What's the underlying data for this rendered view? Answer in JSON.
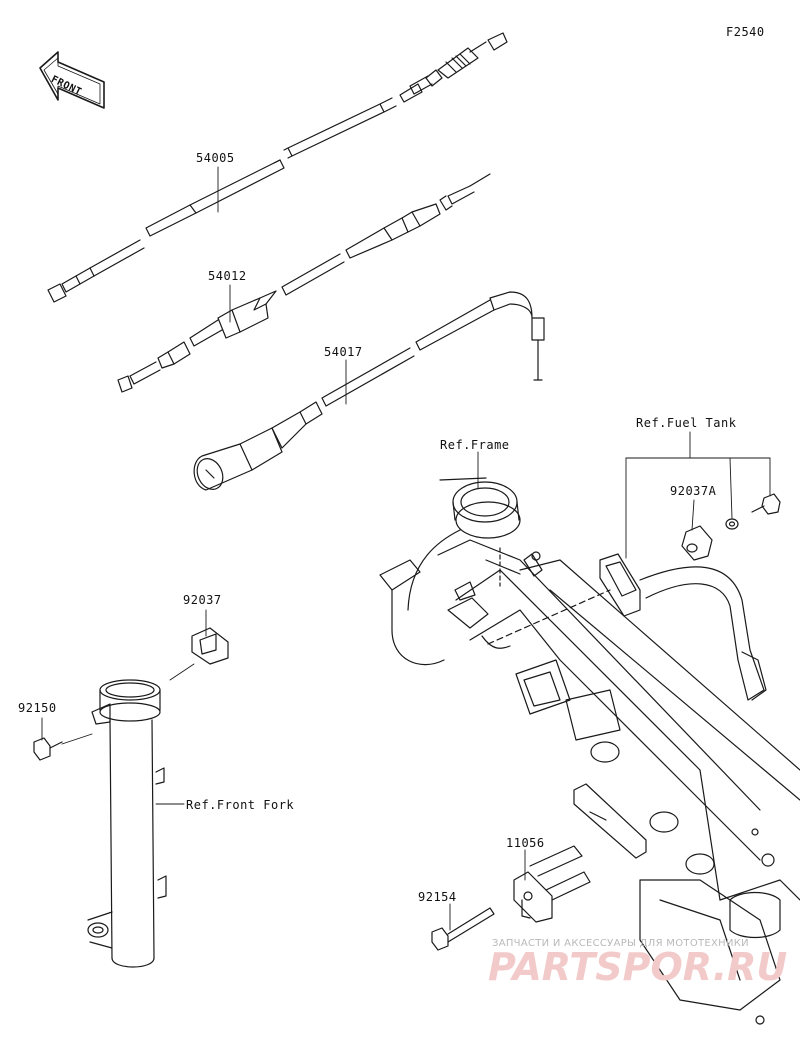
{
  "diagram_code": "F2540",
  "front_badge": "FRONT",
  "parts": {
    "clutch_cable": "54005",
    "throttle_cable": "54012",
    "choke_cable": "54017",
    "clamp_fork": "92037",
    "bolt_fork": "92150",
    "clamp_tank": "92037A",
    "bracket": "11056",
    "bolt_bracket": "92154"
  },
  "refs": {
    "frame": "Ref.Frame",
    "fuel_tank": "Ref.Fuel Tank",
    "front_fork": "Ref.Front Fork"
  },
  "watermark": {
    "tagline": "ЗАПЧАСТИ И АКСЕССУАРЫ ДЛЯ МОТОТЕХНИКИ",
    "brand": "PARTSPOR.RU"
  }
}
